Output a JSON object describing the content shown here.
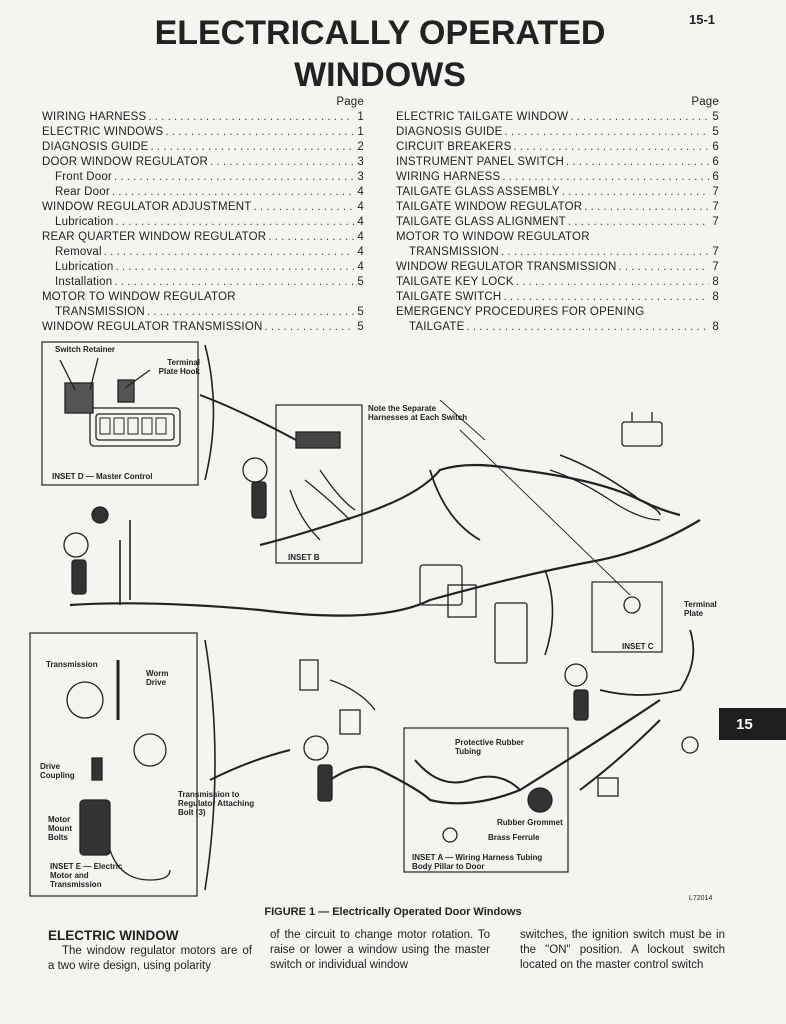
{
  "page_number": "15-1",
  "title": {
    "line1": "ELECTRICALLY OPERATED",
    "line2": "WINDOWS"
  },
  "toc": {
    "page_header": "Page",
    "left": [
      {
        "label": "WIRING HARNESS",
        "page": "1",
        "indent": false
      },
      {
        "label": "ELECTRIC WINDOWS",
        "page": "1",
        "indent": false
      },
      {
        "label": "DIAGNOSIS GUIDE",
        "page": "2",
        "indent": false
      },
      {
        "label": "DOOR WINDOW REGULATOR",
        "page": "3",
        "indent": false
      },
      {
        "label": "Front Door",
        "page": "3",
        "indent": true
      },
      {
        "label": "Rear Door",
        "page": "4",
        "indent": true
      },
      {
        "label": "WINDOW REGULATOR ADJUSTMENT",
        "page": "4",
        "indent": false
      },
      {
        "label": "Lubrication",
        "page": "4",
        "indent": true
      },
      {
        "label": "REAR QUARTER WINDOW REGULATOR",
        "page": "4",
        "indent": false
      },
      {
        "label": "Removal",
        "page": "4",
        "indent": true
      },
      {
        "label": "Lubrication",
        "page": "4",
        "indent": true
      },
      {
        "label": "Installation",
        "page": "5",
        "indent": true
      },
      {
        "label": "MOTOR TO WINDOW REGULATOR",
        "page": "",
        "indent": false
      },
      {
        "label": "TRANSMISSION",
        "page": "5",
        "indent": true
      },
      {
        "label": "WINDOW REGULATOR TRANSMISSION",
        "page": "5",
        "indent": false
      }
    ],
    "right": [
      {
        "label": "ELECTRIC TAILGATE WINDOW",
        "page": "5",
        "indent": false
      },
      {
        "label": "DIAGNOSIS GUIDE",
        "page": "5",
        "indent": false
      },
      {
        "label": "CIRCUIT BREAKERS",
        "page": "6",
        "indent": false
      },
      {
        "label": "INSTRUMENT PANEL SWITCH",
        "page": "6",
        "indent": false
      },
      {
        "label": "WIRING HARNESS",
        "page": "6",
        "indent": false
      },
      {
        "label": "TAILGATE GLASS ASSEMBLY",
        "page": "7",
        "indent": false
      },
      {
        "label": "TAILGATE WINDOW REGULATOR",
        "page": "7",
        "indent": false
      },
      {
        "label": "TAILGATE GLASS ALIGNMENT",
        "page": "7",
        "indent": false
      },
      {
        "label": "MOTOR TO WINDOW REGULATOR",
        "page": "",
        "indent": false
      },
      {
        "label": "TRANSMISSION",
        "page": "7",
        "indent": true
      },
      {
        "label": "WINDOW REGULATOR TRANSMISSION",
        "page": "7",
        "indent": false
      },
      {
        "label": "TAILGATE KEY LOCK",
        "page": "8",
        "indent": false
      },
      {
        "label": "TAILGATE SWITCH",
        "page": "8",
        "indent": false
      },
      {
        "label": "EMERGENCY PROCEDURES FOR OPENING",
        "page": "",
        "indent": false
      },
      {
        "label": "TAILGATE",
        "page": "8",
        "indent": true
      }
    ]
  },
  "figure": {
    "labels": {
      "switch_retainer": "Switch Retainer",
      "terminal_plate_hook": "Terminal Plate Hook",
      "inset_d": "INSET D — Master Control",
      "note_harness": "Note the Separate Harnesses at Each Switch",
      "inset_b": "INSET B",
      "terminal_plate": "Terminal Plate",
      "inset_c": "INSET C",
      "transmission": "Transmission",
      "worm_drive": "Worm Drive",
      "drive_coupling": "Drive Coupling",
      "transmission_bolt": "Transmission to Regulator Attaching Bolt (3)",
      "motor_mount_bolts": "Motor Mount Bolts",
      "inset_e": "INSET E — Electric Motor and Transmission",
      "protective_tubing": "Protective Rubber Tubing",
      "rubber_grommet": "Rubber Grommet",
      "brass_ferrule": "Brass Ferrule",
      "inset_a": "INSET A — Wiring Harness Tubing Body Pillar to Door"
    },
    "id": "L72014",
    "caption": "FIGURE 1 — Electrically Operated Door Windows"
  },
  "section_tab": "15",
  "body": {
    "heading": "ELECTRIC WINDOW",
    "col1": "The window regulator motors are of a two wire design, using polarity",
    "col2": "of the circuit to change motor rotation. To raise or lower a window using the master switch or individual window",
    "col3": "switches, the ignition switch must be in the \"ON\" position. A lockout switch located on the master control switch"
  }
}
